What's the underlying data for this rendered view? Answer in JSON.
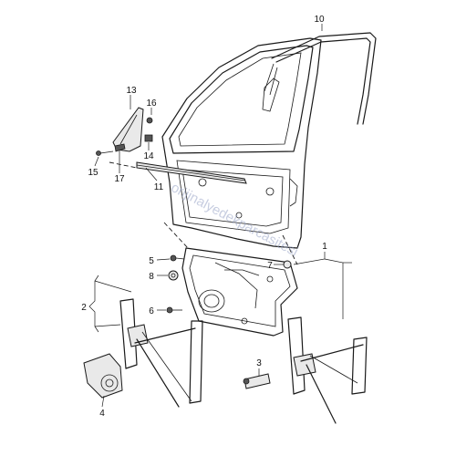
{
  "callouts": {
    "c1": "1",
    "c2": "2",
    "c3": "3",
    "c4": "4",
    "c5": "5",
    "c6": "6",
    "c7": "7",
    "c8": "8",
    "c10": "10",
    "c11": "11",
    "c13": "13",
    "c14": "14",
    "c15": "15",
    "c16": "16",
    "c17": "17"
  },
  "watermark": "orijinalyedekparcasitesi"
}
